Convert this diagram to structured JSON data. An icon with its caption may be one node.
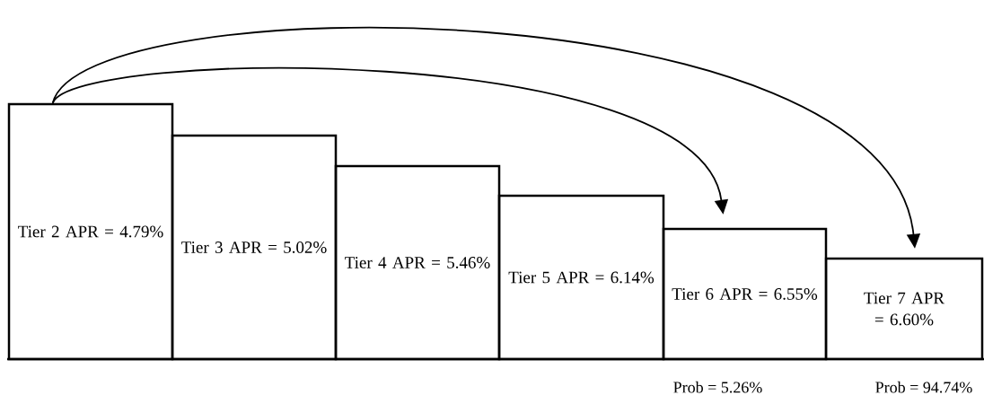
{
  "diagram": {
    "nodes": [
      {
        "text": [
          "Tier 2 APR = 4.79%"
        ]
      },
      {
        "text": [
          "Tier 3 APR = 5.02%"
        ]
      },
      {
        "text": [
          "Tier 4 APR = 5.46%"
        ]
      },
      {
        "text": [
          "Tier 5 APR = 6.14%"
        ]
      },
      {
        "text": [
          "Tier 6 APR = 6.55%"
        ],
        "beside": [
          "Prob = 5.26%"
        ]
      },
      {
        "text": [
          "Tier 7 APR = 6.60%"
        ],
        "beside": [
          "Prob = 94.74%"
        ]
      }
    ],
    "edges": [
      {
        "from": 0,
        "to": 4,
        "arrow": "to"
      },
      {
        "from": 0,
        "to": 5,
        "arrow": "to"
      }
    ]
  }
}
